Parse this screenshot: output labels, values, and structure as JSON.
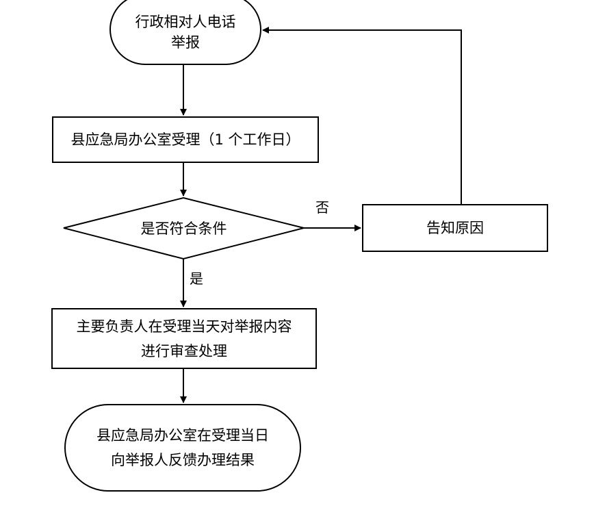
{
  "diagram": {
    "nodes": {
      "start": {
        "label": "行政相对人电话\n举报"
      },
      "accept": {
        "label": "县应急局办公室受理（1 个工作日）"
      },
      "decision": {
        "label": "是否符合条件"
      },
      "reason": {
        "label": "告知原因"
      },
      "review": {
        "label": "主要负责人在受理当天对举报内容\n进行审查处理"
      },
      "end": {
        "label": "县应急局办公室在受理当日\n向举报人反馈办理结果"
      }
    },
    "edges": {
      "no_label": "否",
      "yes_label": "是"
    }
  }
}
